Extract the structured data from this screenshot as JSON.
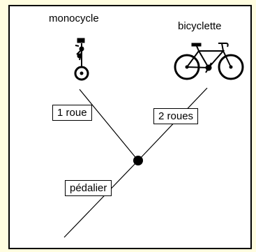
{
  "nodes": {
    "left_tip": "monocycle",
    "right_tip": "bicyclette"
  },
  "branch_labels": {
    "left": "1 roue",
    "right": "2 roues",
    "stem": "pédalier"
  },
  "icons": {
    "left": "unicycle-icon",
    "right": "bicycle-icon"
  },
  "colors": {
    "page_background": "#fffde0",
    "panel_background": "#ffffff",
    "ink": "#000000"
  }
}
